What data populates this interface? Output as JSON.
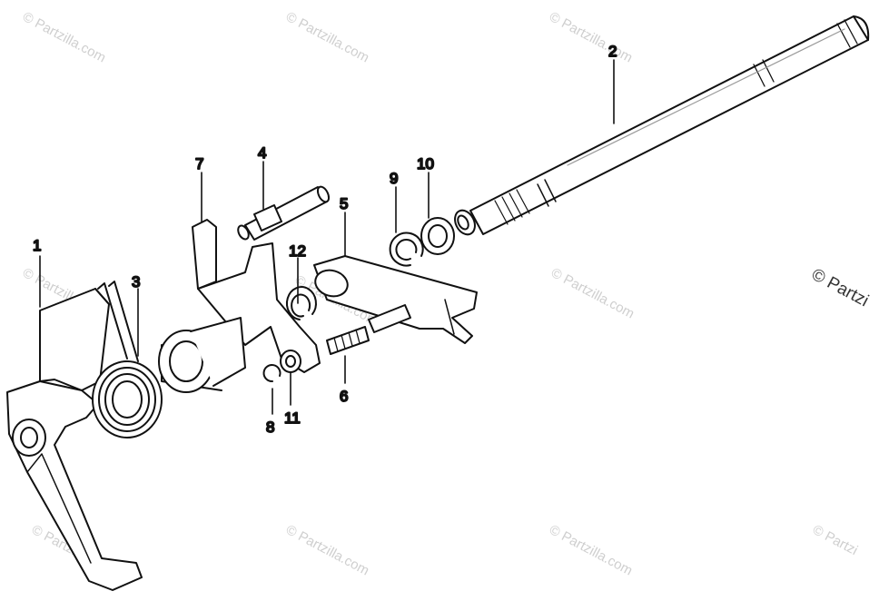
{
  "diagram": {
    "callouts": [
      "1",
      "2",
      "3",
      "4",
      "5",
      "6",
      "7",
      "8",
      "9",
      "10",
      "11",
      "12"
    ],
    "watermark": "© Partzilla.com",
    "watermark_edge": "© Partzi"
  }
}
